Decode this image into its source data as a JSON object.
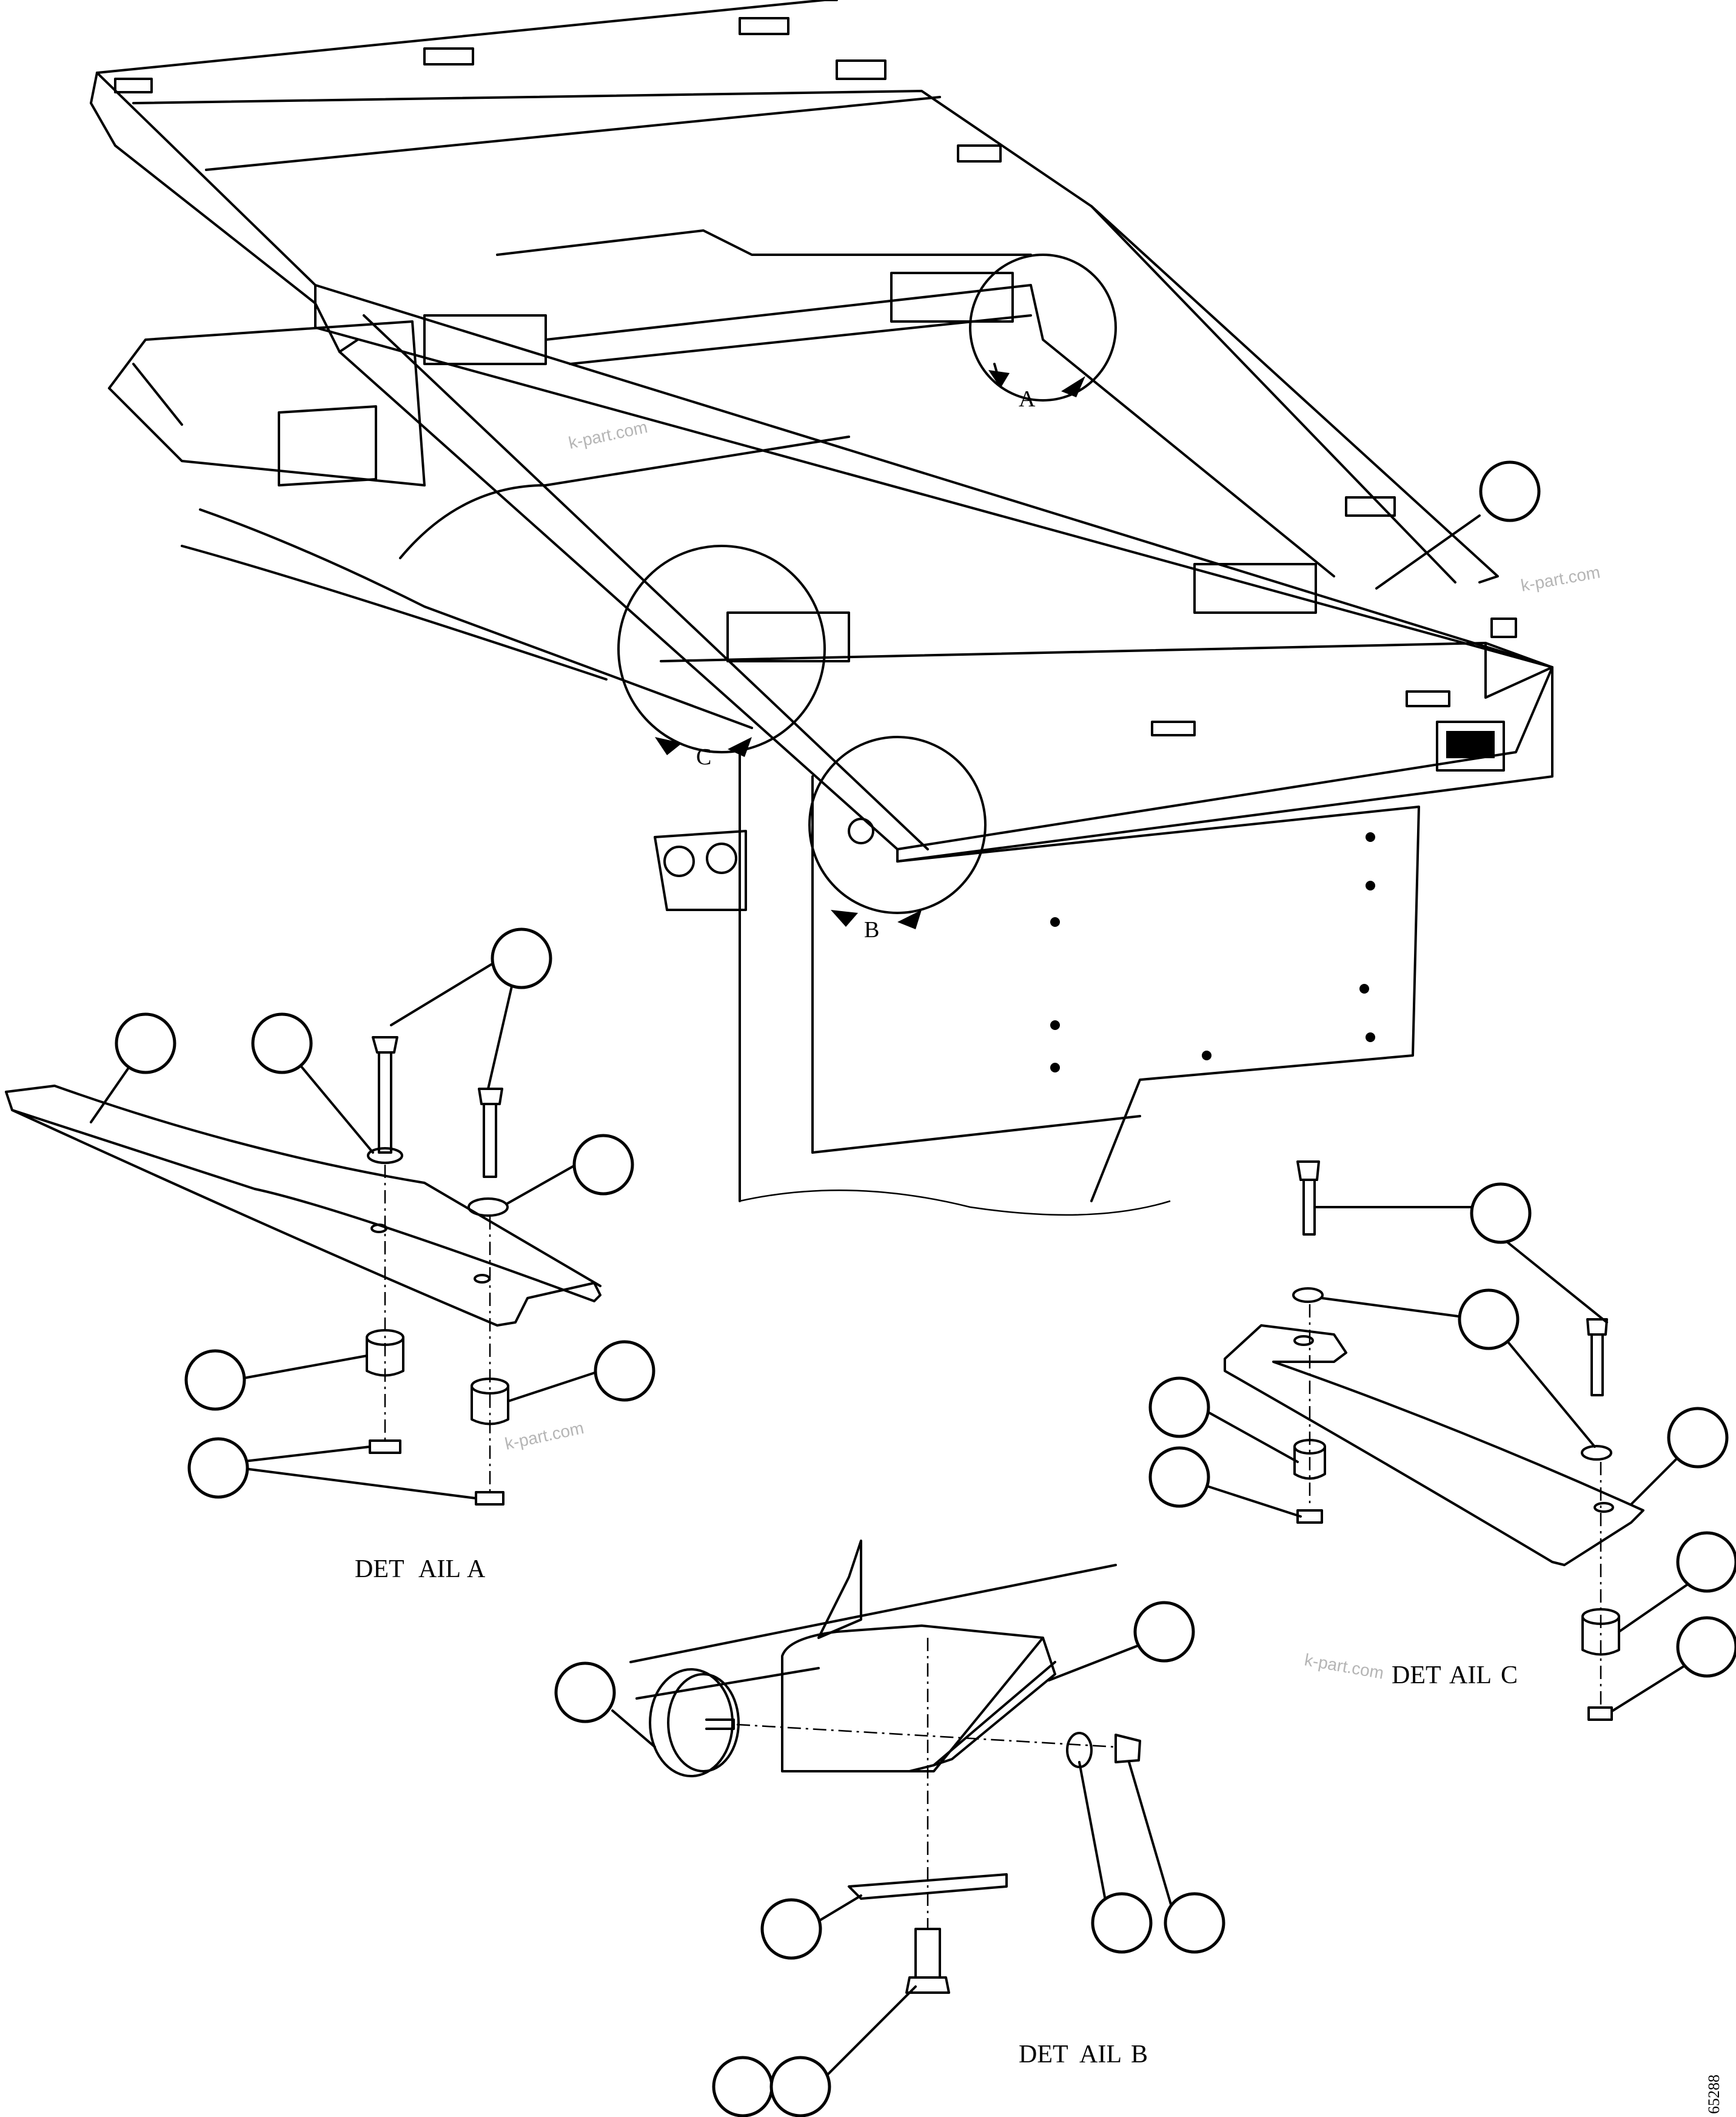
{
  "callouts": {
    "detail_a": "A",
    "detail_b": "B",
    "detail_c": "C"
  },
  "detail_titles": {
    "a": {
      "det": "DET",
      "ail": "AIL",
      "letter": "A"
    },
    "b": {
      "det": "DET",
      "ail": "AIL",
      "letter": "B"
    },
    "c": {
      "det": "DET",
      "ail": "AIL",
      "letter": "C"
    }
  },
  "watermark": "k-part.com",
  "drawing_number": "65288"
}
